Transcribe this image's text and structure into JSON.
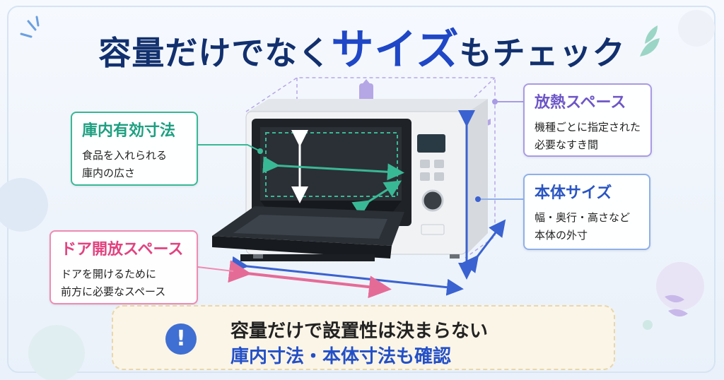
{
  "title": {
    "part1": "容量だけでなく",
    "part2": "サイズ",
    "part3": "もチェック"
  },
  "cards": {
    "inner": {
      "heading": "庫内有効寸法",
      "line1": "食品を入れられる",
      "line2": "庫内の広さ"
    },
    "door": {
      "heading": "ドア開放スペース",
      "line1": "ドアを開けるために",
      "line2": "前方に必要なスペース"
    },
    "heat": {
      "heading": "放熱スペース",
      "line1": "機種ごとに指定された",
      "line2": "必要なすき間"
    },
    "body": {
      "heading": "本体サイズ",
      "line1": "幅・奥行・高さなど",
      "line2": "本体の外寸"
    }
  },
  "banner": {
    "icon": "!",
    "line1": "容量だけで設置性は決まらない",
    "line2": "庫内寸法・本体寸法も確認"
  },
  "icons": {
    "warning": "exclamation-circle-icon",
    "leaf": "leaf-icon",
    "sparkle": "sparkle-icon"
  },
  "colors": {
    "title": "#12306e",
    "accent_blue": "#1f47c6",
    "green": "#1d9f80",
    "pink": "#e2437f",
    "purple": "#6d56c7",
    "body_blue": "#2a55c2"
  }
}
